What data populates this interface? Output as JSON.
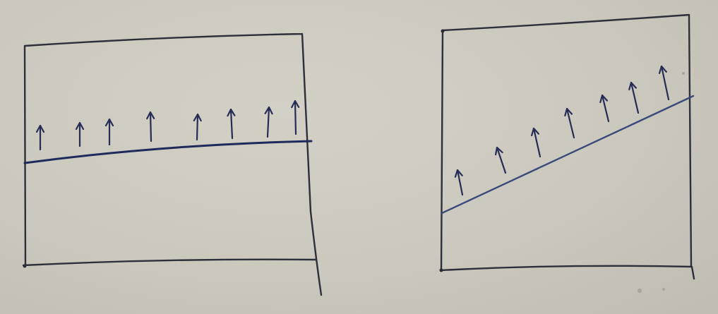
{
  "diagram": {
    "panels": [
      {
        "id": "left-panel",
        "description_labels": [],
        "arrow_count": 8,
        "surface_color": "#1f2a5c"
      },
      {
        "id": "right-panel",
        "description_labels": [],
        "arrow_count": 7,
        "surface_color": "#3a4a7a"
      }
    ],
    "colors": {
      "paper": "#cbc8be",
      "frame_ink": "#2d2f3a",
      "arrow_ink": "#262c55"
    }
  }
}
